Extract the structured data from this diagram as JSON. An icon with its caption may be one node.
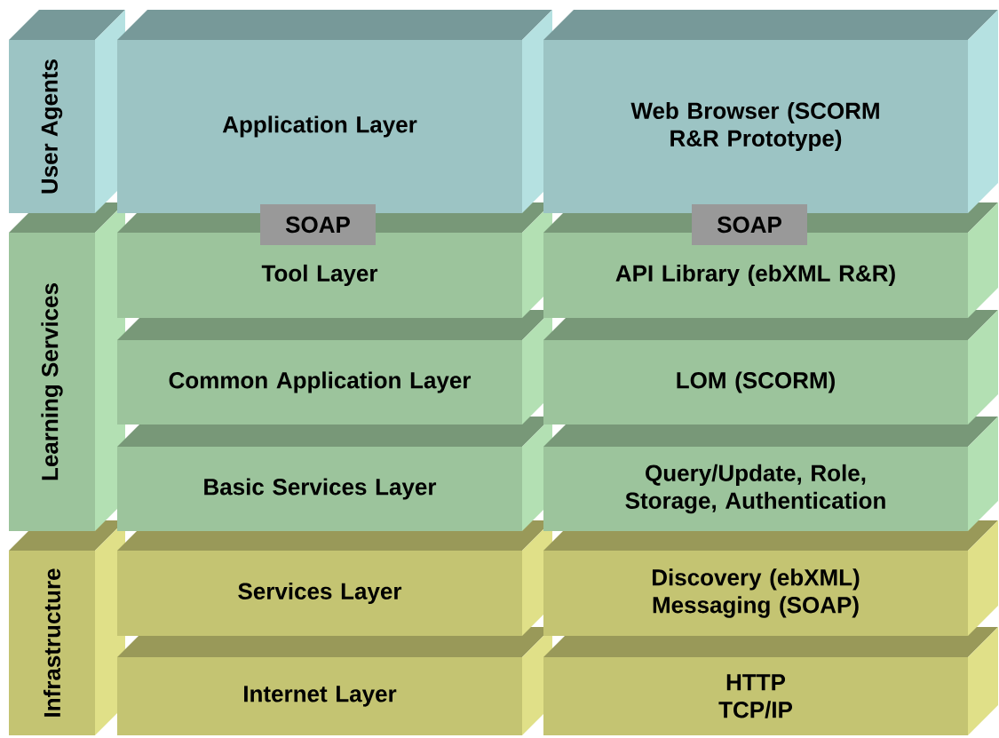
{
  "diagram": {
    "nodes": [
      {
        "text": [
          "User Agents"
        ]
      },
      {
        "text": [
          "Application Layer"
        ]
      },
      {
        "text": [
          "Web Browser (SCORM R&R Prototype)"
        ]
      },
      {
        "text": [
          "SOAP"
        ]
      },
      {
        "text": [
          "SOAP"
        ]
      },
      {
        "text": [
          "Learning Services"
        ]
      },
      {
        "text": [
          "Tool Layer"
        ]
      },
      {
        "text": [
          "API Library (ebXML R&R)"
        ]
      },
      {
        "text": [
          "Common Application Layer"
        ]
      },
      {
        "text": [
          "LOM (SCORM)"
        ]
      },
      {
        "text": [
          "Basic Services Layer"
        ]
      },
      {
        "text": [
          "Query/Update, Role, Storage, Authentication"
        ]
      },
      {
        "text": [
          "Infrastructure"
        ]
      },
      {
        "text": [
          "Services Layer"
        ]
      },
      {
        "text": [
          "Discovery (ebXML) Messaging (SOAP)"
        ]
      },
      {
        "text": [
          "Internet Layer"
        ]
      },
      {
        "text": [
          "HTTP TCP/IP"
        ]
      }
    ]
  }
}
